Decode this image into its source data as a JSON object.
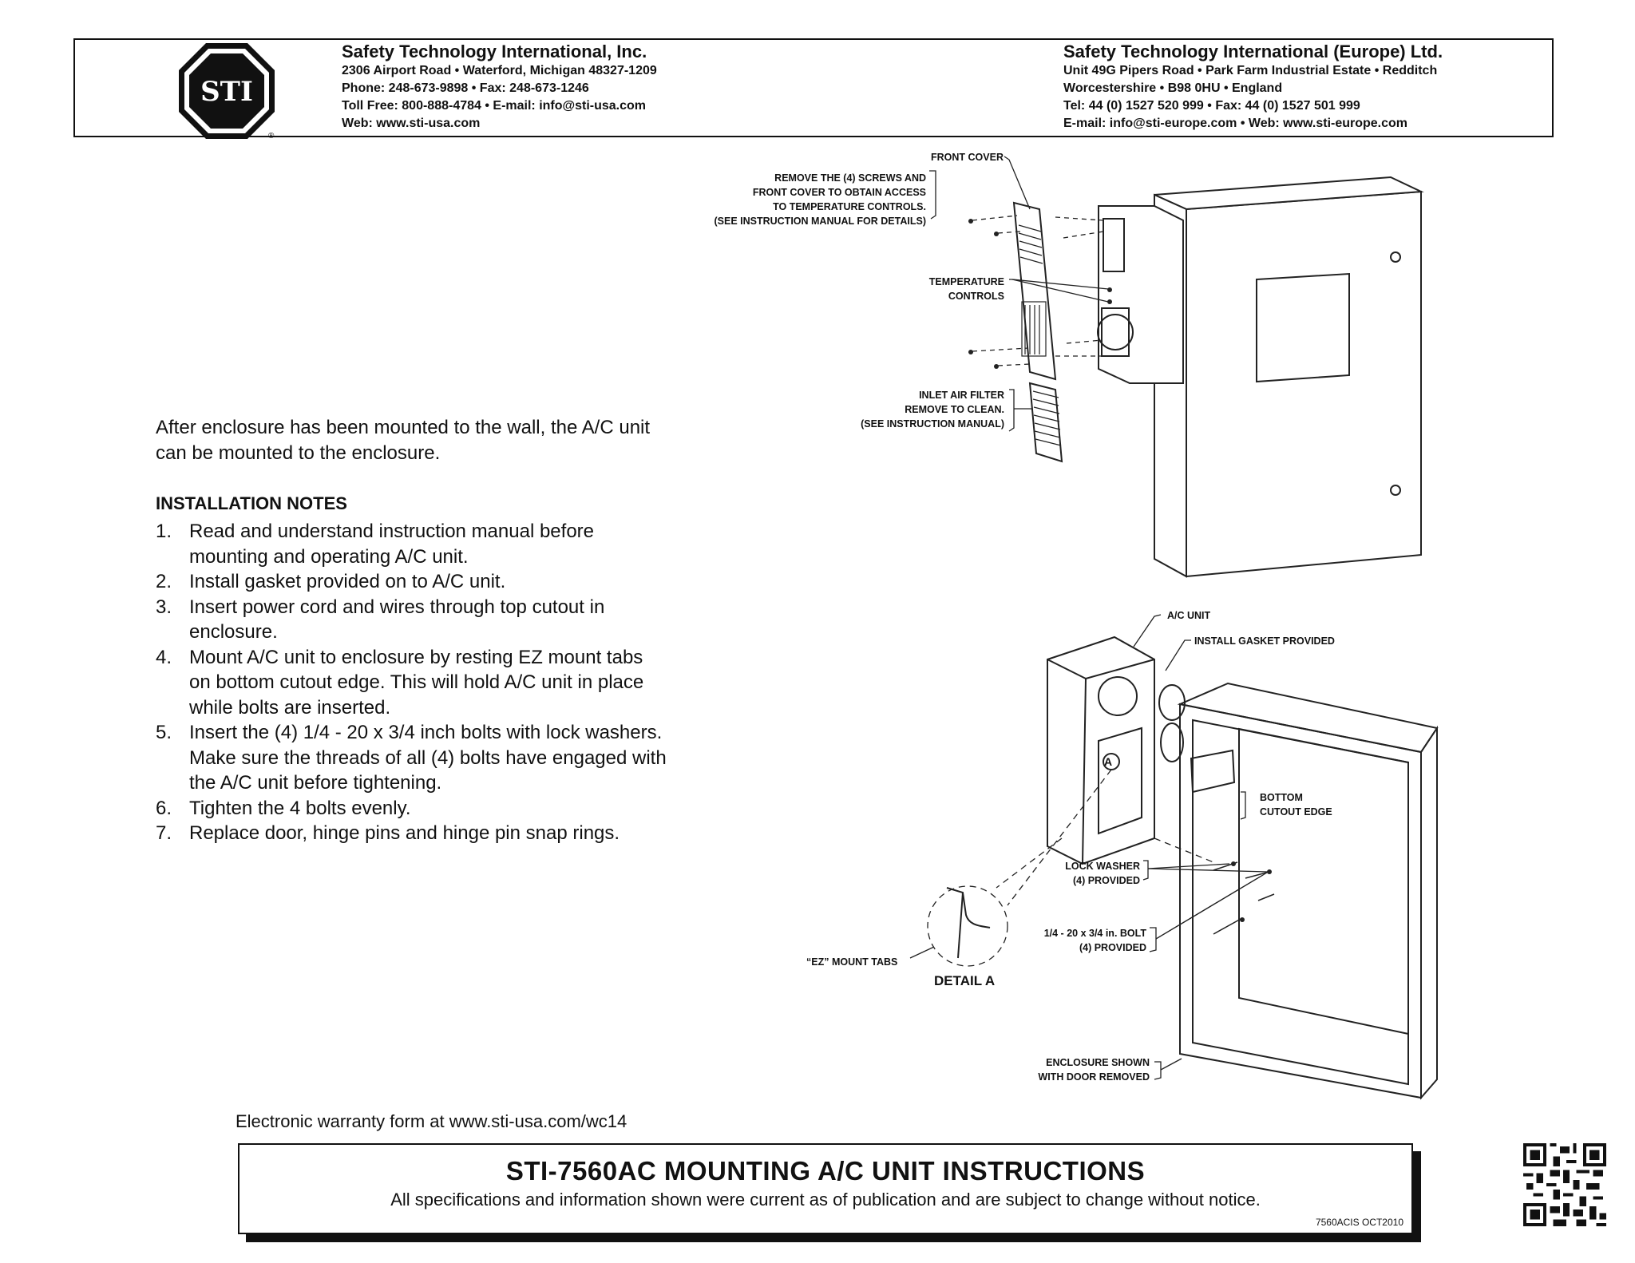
{
  "header": {
    "logo_text": "STI",
    "us": {
      "name": "Safety Technology International, Inc.",
      "address": "2306 Airport Road • Waterford, Michigan 48327-1209",
      "phone": "Phone: 248-673-9898 • Fax: 248-673-1246",
      "tollfree": "Toll Free: 800-888-4784 • E-mail: info@sti-usa.com",
      "web": "Web: www.sti-usa.com"
    },
    "eu": {
      "name": "Safety Technology International (Europe) Ltd.",
      "address": "Unit 49G Pipers Road • Park Farm Industrial Estate • Redditch",
      "region": "Worcestershire • B98 0HU • England",
      "phone": "Tel: 44 (0) 1527 520 999 • Fax: 44 (0) 1527 501 999",
      "web": "E-mail: info@sti-europe.com • Web: www.sti-europe.com"
    }
  },
  "intro": "After enclosure has been mounted to the wall, the A/C unit can be mounted to the enclosure.",
  "notes_heading": "INSTALLATION NOTES",
  "notes": [
    {
      "num": "1.",
      "text": "Read and understand instruction manual before mounting and operating A/C unit."
    },
    {
      "num": "2.",
      "text": "Install gasket provided on to A/C unit."
    },
    {
      "num": "3.",
      "text": "Insert power cord and wires through top cutout in enclosure."
    },
    {
      "num": "4.",
      "text": "Mount A/C unit to enclosure by resting EZ mount tabs on bottom cutout edge. This will hold A/C unit in place while bolts are inserted."
    },
    {
      "num": "5.",
      "text": "Insert the (4) 1/4 - 20 x 3/4 inch bolts with lock washers. Make sure the threads of all (4) bolts have engaged with the A/C unit before tightening."
    },
    {
      "num": "6.",
      "text": "Tighten the 4 bolts evenly."
    },
    {
      "num": "7.",
      "text": "Replace door, hinge pins and hinge pin snap rings."
    }
  ],
  "diagram_top": {
    "front_cover": "FRONT COVER",
    "remove_screws": [
      "REMOVE THE (4) SCREWS AND",
      "FRONT COVER TO OBTAIN ACCESS",
      "TO TEMPERATURE CONTROLS.",
      "(SEE INSTRUCTION MANUAL FOR DETAILS)"
    ],
    "temperature_controls": [
      "TEMPERATURE",
      "CONTROLS"
    ],
    "inlet_filter": [
      "INLET AIR FILTER",
      "REMOVE TO CLEAN.",
      "(SEE INSTRUCTION MANUAL)"
    ]
  },
  "diagram_bottom": {
    "ac_unit": "A/C UNIT",
    "gasket": "INSTALL GASKET PROVIDED",
    "bottom_cutout": [
      "BOTTOM",
      "CUTOUT EDGE"
    ],
    "lock_washer": [
      "LOCK WASHER",
      "(4) PROVIDED"
    ],
    "bolt": [
      "1/4 - 20 x 3/4 in. BOLT",
      "(4) PROVIDED"
    ],
    "ez_tabs": "“EZ” MOUNT TABS",
    "detail": "DETAIL A",
    "detail_marker": "A",
    "enclosure": [
      "ENCLOSURE SHOWN",
      "WITH DOOR REMOVED"
    ]
  },
  "warranty": "Electronic warranty form at www.sti-usa.com/wc14",
  "footer": {
    "title": "STI-7560AC MOUNTING A/C UNIT INSTRUCTIONS",
    "subtitle": "All specifications and information shown were current as of publication and are subject to change without notice.",
    "code": "7560ACIS OCT2010"
  }
}
